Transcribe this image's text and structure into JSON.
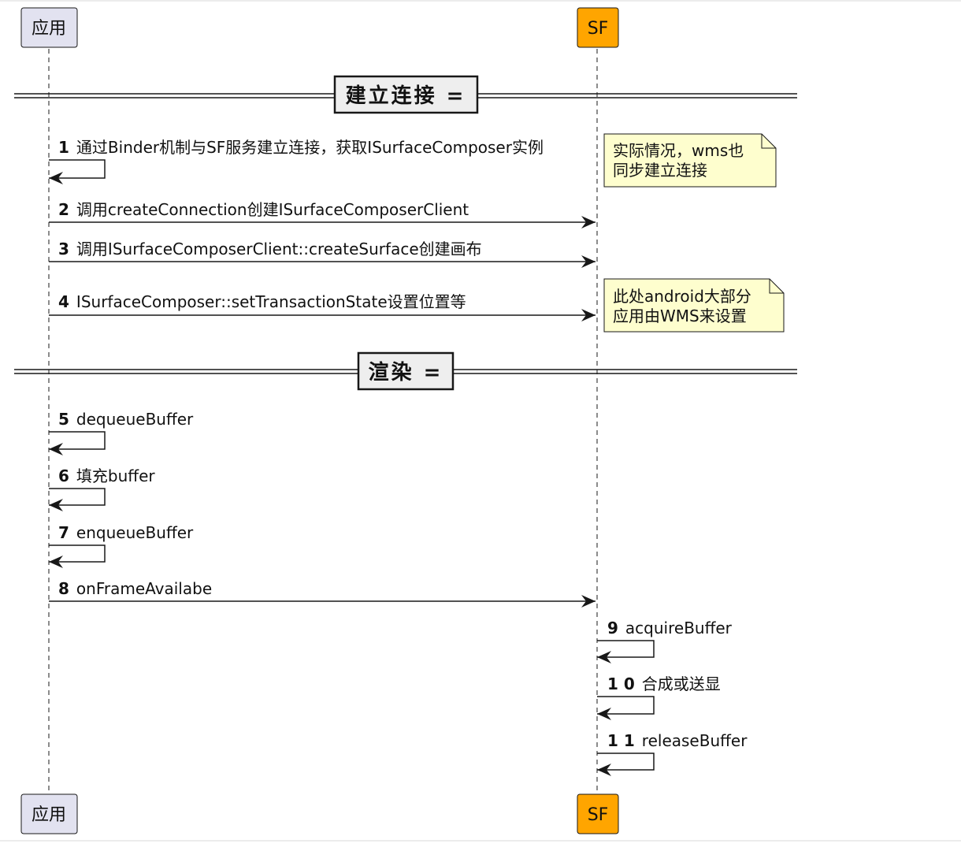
{
  "participants": [
    {
      "id": "app",
      "label": "应用",
      "fill": "#e2e2f0",
      "stroke": "#181818"
    },
    {
      "id": "sf",
      "label": "SF",
      "fill": "#ffa500",
      "stroke": "#181818"
    }
  ],
  "dividers": [
    {
      "label": "建立连接 ="
    },
    {
      "label": "渲染 ="
    }
  ],
  "messages": [
    {
      "num": "1",
      "text": "通过Binder机制与SF服务建立连接，获取ISurfaceComposer实例",
      "from": "app",
      "to": "app"
    },
    {
      "num": "2",
      "text": "调用createConnection创建ISurfaceComposerClient",
      "from": "app",
      "to": "sf"
    },
    {
      "num": "3",
      "text": "调用ISurfaceComposerClient::createSurface创建画布",
      "from": "app",
      "to": "sf"
    },
    {
      "num": "4",
      "text": "ISurfaceComposer::setTransactionState设置位置等",
      "from": "app",
      "to": "sf"
    },
    {
      "num": "5",
      "text": "dequeueBuffer",
      "from": "app",
      "to": "app"
    },
    {
      "num": "6",
      "text": "填充buffer",
      "from": "app",
      "to": "app"
    },
    {
      "num": "7",
      "text": "enqueueBuffer",
      "from": "app",
      "to": "app"
    },
    {
      "num": "8",
      "text": "onFrameAvailabe",
      "from": "app",
      "to": "sf"
    },
    {
      "num": "9",
      "text": "acquireBuffer",
      "from": "sf",
      "to": "sf"
    },
    {
      "num": "1 0",
      "text": "合成或送显",
      "from": "sf",
      "to": "sf"
    },
    {
      "num": "1 1",
      "text": "releaseBuffer",
      "from": "sf",
      "to": "sf"
    }
  ],
  "notes": [
    {
      "lines": [
        "实际情况，wms也",
        "同步建立连接"
      ],
      "fill": "#fefece"
    },
    {
      "lines": [
        "此处android大部分",
        "应用由WMS来设置"
      ],
      "fill": "#fefece"
    }
  ]
}
